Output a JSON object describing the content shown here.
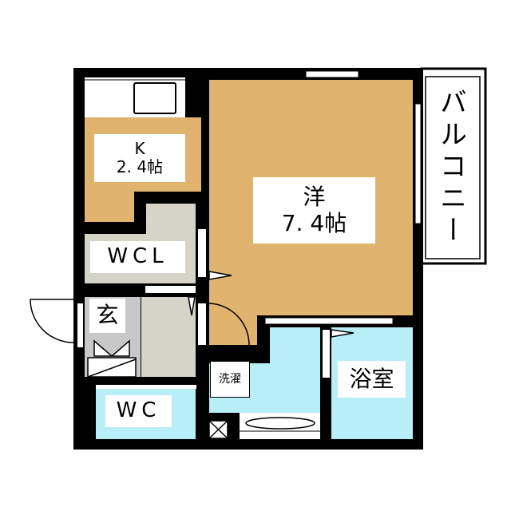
{
  "colors": {
    "wall": "#000000",
    "western_floor": "#e0b46e",
    "closet_floor": "#d6d3c7",
    "genkan_floor": "#c8c8c8",
    "wet_floor": "#b8eef8"
  },
  "rooms": {
    "kitchen": {
      "name": "K",
      "size": "2. 4帖"
    },
    "western": {
      "name": "洋",
      "size": "7. 4帖"
    },
    "closet": {
      "name": "WCL"
    },
    "entrance": {
      "name": "玄"
    },
    "toilet": {
      "name": "WC"
    },
    "laundry": {
      "name": "洗濯"
    },
    "bathroom": {
      "name": "浴室"
    },
    "balcony": {
      "name": "バルコニー"
    }
  }
}
